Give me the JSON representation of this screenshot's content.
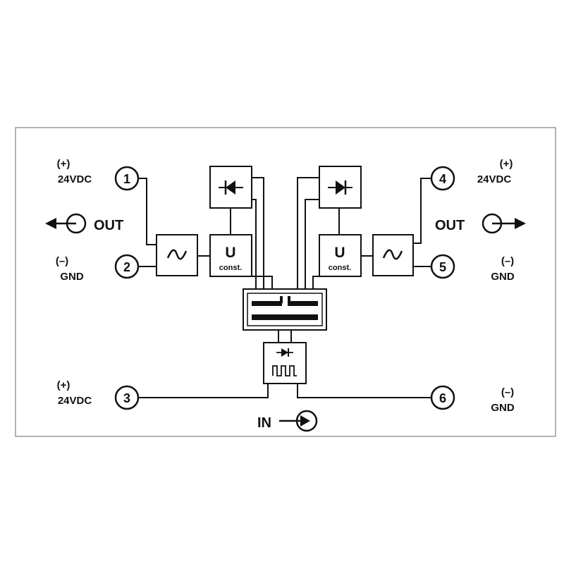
{
  "terminals": [
    {
      "num": "1",
      "polarity": "(+)",
      "voltage": "24VDC"
    },
    {
      "num": "2",
      "polarity": "(–)",
      "voltage": "GND"
    },
    {
      "num": "3",
      "polarity": "(+)",
      "voltage": "24VDC"
    },
    {
      "num": "4",
      "polarity": "(+)",
      "voltage": "24VDC"
    },
    {
      "num": "5",
      "polarity": "(–)",
      "voltage": "GND"
    },
    {
      "num": "6",
      "polarity": "(–)",
      "voltage": "GND"
    }
  ],
  "labels": {
    "out_left": "OUT",
    "out_right": "OUT",
    "input": "IN"
  },
  "blocks": {
    "regulator_letter": "U",
    "regulator_sub": "const.",
    "filter_symbol": "~"
  },
  "colors": {
    "line": "#111111",
    "frame": "#9a9a9a",
    "background": "#ffffff"
  }
}
